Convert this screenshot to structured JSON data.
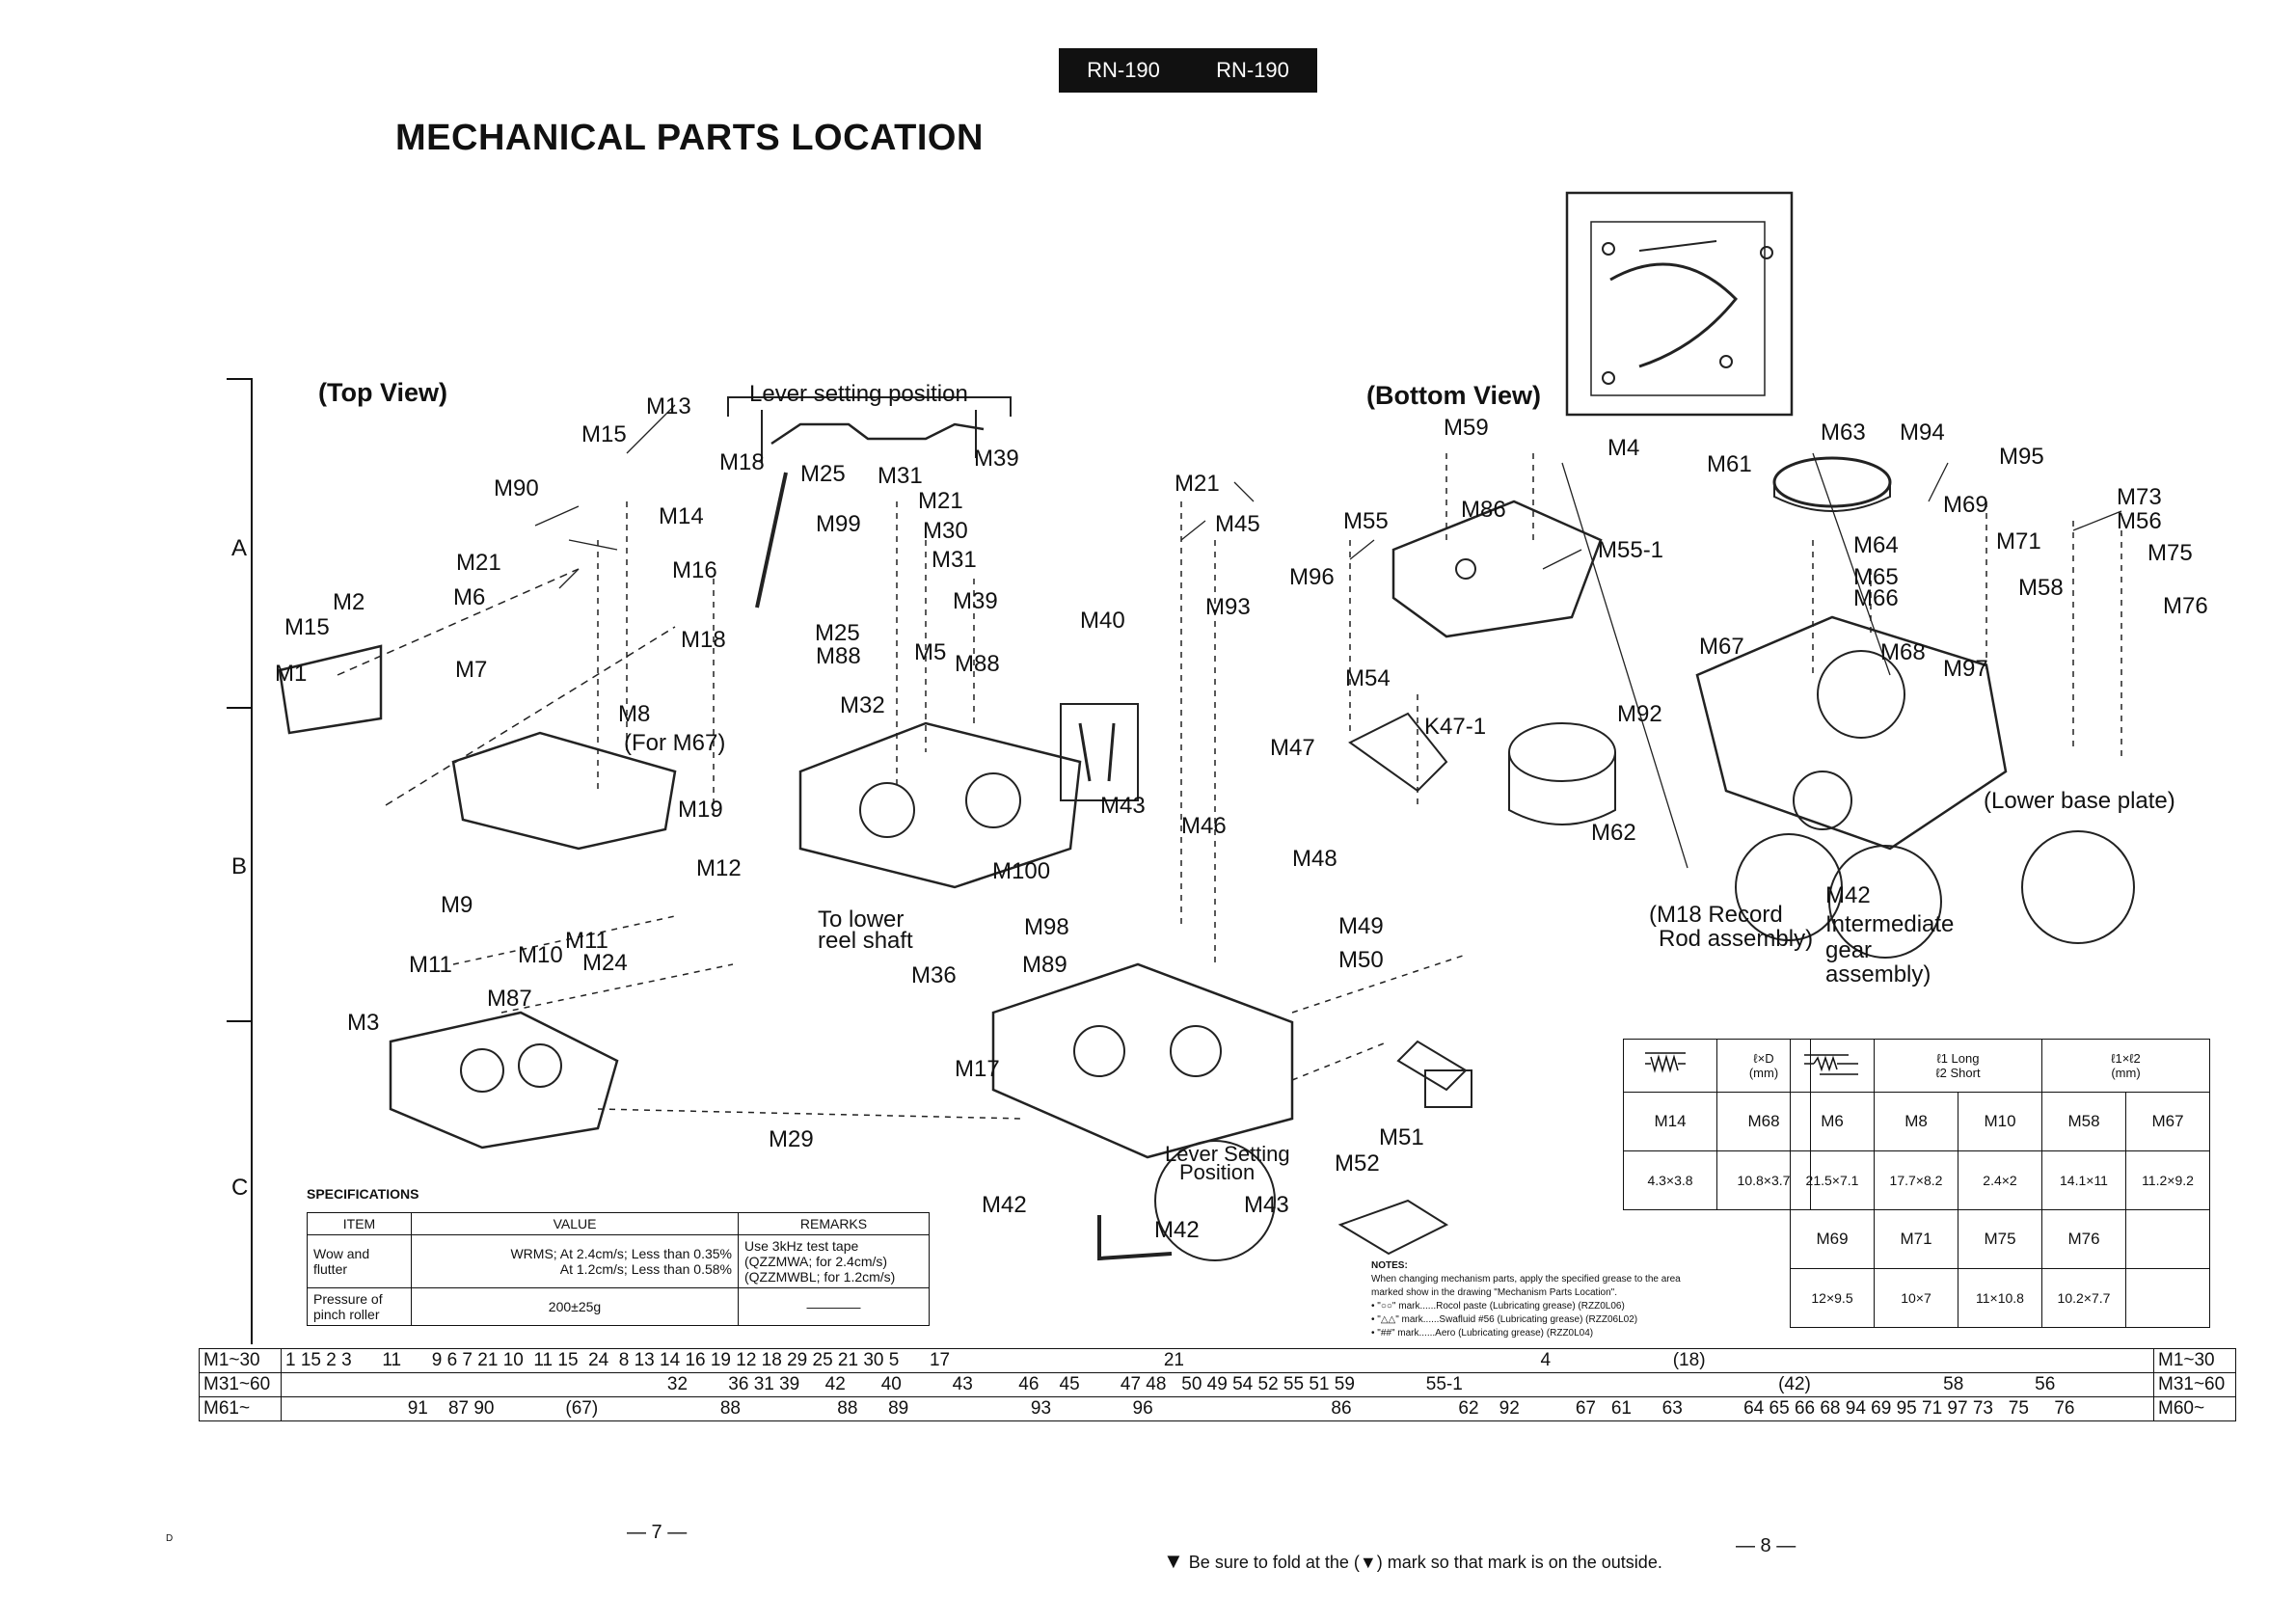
{
  "header": {
    "model_left": "RN-190",
    "model_right": "RN-190"
  },
  "title": "MECHANICAL PARTS LOCATION",
  "views": {
    "top": "(Top View)",
    "bottom": "(Bottom View)"
  },
  "row_markers": [
    "A",
    "B",
    "C"
  ],
  "top_view_labels": {
    "m13": "M13",
    "m15a": "M15",
    "m90": "M90",
    "m14": "M14",
    "m21a": "M21",
    "m16": "M16",
    "m6": "M6",
    "m2": "M2",
    "m15b": "M15",
    "m1": "M1",
    "m7": "M7",
    "m18a": "M18",
    "m8": "M8",
    "for_m67": "(For M67)",
    "m19": "M19",
    "lever_setting": "Lever setting position",
    "m18b": "M18",
    "m25a": "M25",
    "m31a": "M31",
    "m39a": "M39",
    "m21b": "M21",
    "m99": "M99",
    "m30": "M30",
    "m31b": "M31",
    "m39b": "M39",
    "m25b": "M25",
    "m88a": "M88",
    "m5": "M5",
    "m88b": "M88",
    "m32": "M32",
    "m40": "M40",
    "m12": "M12",
    "m9": "M9",
    "m11a": "M11",
    "m10": "M10",
    "m11b": "M11",
    "m24": "M24",
    "m87": "M87",
    "m3": "M3",
    "m100": "M100",
    "m98": "M98",
    "to_lower": "To lower",
    "reel_shaft": "reel shaft",
    "m36": "M36",
    "m89": "M89",
    "m17": "M17",
    "m29": "M29",
    "m43a": "M43",
    "m46": "M46",
    "m48": "M48",
    "m49": "M49",
    "m50": "M50",
    "m42a": "M42",
    "lever_setting_pos": "Lever Setting",
    "position": "Position",
    "m42b": "M42",
    "m43b": "M43",
    "m21c": "M21",
    "m45": "M45",
    "m93": "M93"
  },
  "bottom_view_labels": {
    "m59": "M59",
    "m4": "M4",
    "m55": "M55",
    "m86": "M86",
    "m55_1": "M55-1",
    "m96": "M96",
    "m54": "M54",
    "m47": "M47",
    "k47_1": "K47-1",
    "m92": "M92",
    "m62": "M62",
    "m61": "M61",
    "m63": "M63",
    "m94": "M94",
    "m95": "M95",
    "m73": "M73",
    "m56": "M56",
    "m75": "M75",
    "m69": "M69",
    "m71": "M71",
    "m64": "M64",
    "m65": "M65",
    "m66": "M66",
    "m58": "M58",
    "m76": "M76",
    "m67": "M67",
    "m68": "M68",
    "m97": "M97",
    "lower_base": "(Lower base plate)",
    "m18_record": "(M18 Record",
    "rod_assembly": "Rod assembly)",
    "m42": "M42",
    "intermediate": "Intermediate",
    "gear": "gear",
    "assembly": "assembly)",
    "m51": "M51",
    "m52": "M52"
  },
  "specifications": {
    "heading": "SPECIFICATIONS",
    "columns": [
      "ITEM",
      "VALUE",
      "REMARKS"
    ],
    "rows": [
      {
        "item": "Wow and flutter",
        "value_1": "WRMS; At 2.4cm/s; Less than 0.35%",
        "value_2": "At 1.2cm/s; Less than 0.58%",
        "remarks_1": "Use 3kHz test tape",
        "remarks_2": "(QZZMWA; for 2.4cm/s)",
        "remarks_3": "(QZZMWBL; for 1.2cm/s)"
      },
      {
        "item_1": "Pressure of",
        "item_2": "pinch roller",
        "value": "200±25g",
        "remarks": "————"
      }
    ]
  },
  "spring_table_a": {
    "legend_1": "ℓ×D",
    "legend_2": "(mm)",
    "parts": [
      "M14",
      "M68"
    ],
    "sizes": [
      "4.3×3.8",
      "10.8×3.7"
    ]
  },
  "spring_table_b": {
    "legend_1": "ℓ1 Long",
    "legend_2": "ℓ2 Short",
    "legend_3": "ℓ1×ℓ2",
    "legend_4": "(mm)",
    "row1_parts": [
      "M6",
      "M8",
      "M10",
      "M58",
      "M67"
    ],
    "row1_sizes": [
      "21.5×7.1",
      "17.7×8.2",
      "2.4×2",
      "14.1×11",
      "11.2×9.2"
    ],
    "row2_parts": [
      "M69",
      "M71",
      "M75",
      "M76",
      ""
    ],
    "row2_sizes": [
      "12×9.5",
      "10×7",
      "11×10.8",
      "10.2×7.7",
      ""
    ]
  },
  "notes": {
    "heading": "NOTES:",
    "line1": "When changing mechanism parts, apply the specified grease to the area",
    "line2": "marked show in the drawing \"Mechanism Parts Location\".",
    "line3": "• \"○○\" mark......Rocol paste (Lubricating grease) (RZZ0L06)",
    "line4": "• \"△△\" mark......Swafluid #56 (Lubricating grease) (RZZ06L02)",
    "line5": "• \"##\" mark......Aero (Lubricating grease) (RZZ0L04)"
  },
  "index_table": {
    "rows": [
      {
        "head": "M1~30",
        "content": "1 15 2 3      11      9 6 7 21 10  11 15  24  8 13 14 16 19 12 18 29 25 21 30 5      17                                          21                                                                      4                        (18)",
        "tail": "M1~30"
      },
      {
        "head": "M31~60",
        "content": "                                                                           32        36 31 39     42       40          43         46    45        47 48   50 49 54 52 55 51 59              55-1                                                              (42)                          58              56",
        "tail": "M31~60"
      },
      {
        "head": "M61~",
        "content": "                        91    87 90              (67)                        88                   88      89                        93                96                                   86                     62    92           67   61      63            64 65 66 68 94 69 95 71 97 73   75     76",
        "tail": "M60~"
      }
    ]
  },
  "page_numbers": {
    "left": "— 7 —",
    "right": "— 8 —"
  },
  "footer_note": "Be sure to fold at the (▼) mark so that mark is on the outside.",
  "corner_mark": "D"
}
